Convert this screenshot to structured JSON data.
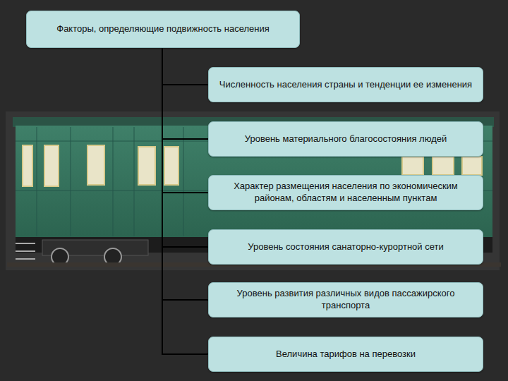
{
  "diagram": {
    "nodes": [
      {
        "text": [
          "Факторы, определяющие подвижность населения"
        ]
      },
      {
        "text": [
          "Численность населения страны и тенденции ее изменения"
        ]
      },
      {
        "text": [
          "Уровень материального благосостояния людей"
        ]
      },
      {
        "text": [
          "Характер размещения населения по экономическим районам, областям и населенным пунктам"
        ]
      },
      {
        "text": [
          "Уровень состояния санаторно-курортной сети"
        ]
      },
      {
        "text": [
          "Уровень развития различных видов пассажирского транспорта"
        ]
      },
      {
        "text": [
          "Величина тарифов на перевозки"
        ]
      }
    ],
    "edges": [
      {
        "from": 0,
        "to": 1,
        "arrow": "none"
      },
      {
        "from": 0,
        "to": 2,
        "arrow": "none"
      },
      {
        "from": 0,
        "to": 3,
        "arrow": "none"
      },
      {
        "from": 0,
        "to": 4,
        "arrow": "none"
      },
      {
        "from": 0,
        "to": 5,
        "arrow": "none"
      },
      {
        "from": 0,
        "to": 6,
        "arrow": "none"
      }
    ]
  }
}
